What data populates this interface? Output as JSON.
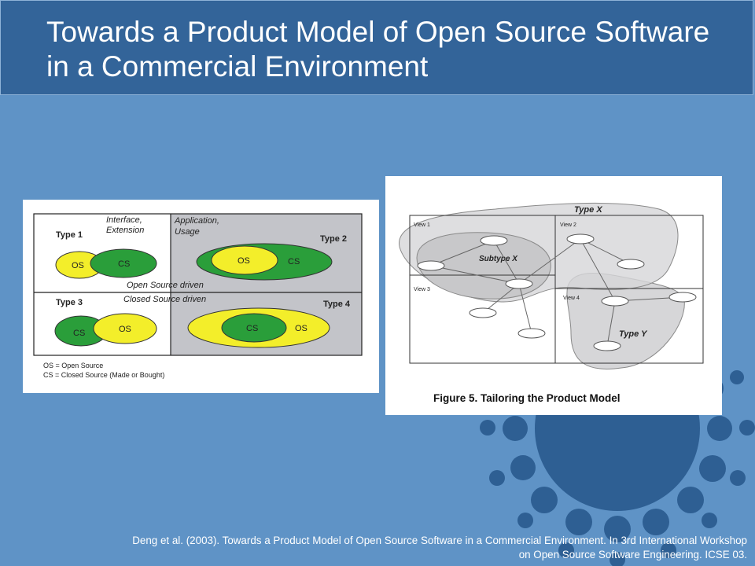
{
  "slide": {
    "title": "Towards a Product Model of Open Source Software in a Commercial Environment",
    "citation_line1": "Deng et al. (2003). Towards a Product Model of Open Source Software in a Commercial Environment. In 3rd International Workshop",
    "citation_line2": "on Open Source Software Engineering. ICSE 03."
  },
  "colors": {
    "background": "#5f93c6",
    "header": "#336499",
    "deco_circle": "#2e5f93",
    "os_yellow": "#f3ee2a",
    "cs_green": "#2a9e3a",
    "shaded_quadrant": "#c3c4c9"
  },
  "left_figure": {
    "top_left_label_1": "Interface,",
    "top_left_label_2": "Extension",
    "top_right_label_1": "Application,",
    "top_right_label_2": "Usage",
    "middle_label_top": "Open Source driven",
    "middle_label_bottom": "Closed Source driven",
    "type1": "Type 1",
    "type2": "Type 2",
    "type3": "Type 3",
    "type4": "Type 4",
    "os": "OS",
    "cs": "CS",
    "legend_os": "OS = Open Source",
    "legend_cs": "CS = Closed Source (Made or Bought)"
  },
  "right_figure": {
    "type_x": "Type X",
    "type_y": "Type Y",
    "subtype_x": "Subtype X",
    "view1": "View 1",
    "view2": "View 2",
    "view3": "View 3",
    "view4": "View 4",
    "caption": "Figure 5. Tailoring the Product Model"
  }
}
